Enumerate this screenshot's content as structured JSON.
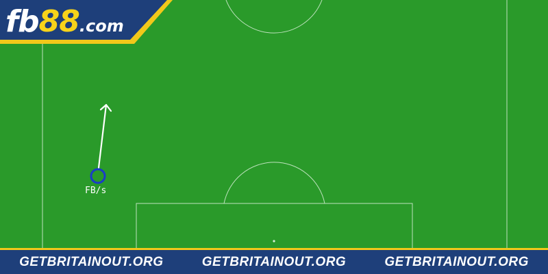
{
  "brand": {
    "name_part1": "fb",
    "name_part2": "88",
    "name_part3": ".com",
    "primary_color": "#1e3f7a",
    "accent_color": "#f2c81a"
  },
  "pitch": {
    "grass_color": "#2a9a2a",
    "line_color": "#d8f0d8"
  },
  "player": {
    "label": "FB/s",
    "marker_color": "#1a3cc8",
    "movement_icon": "arrow-up-icon"
  },
  "footer": {
    "items": [
      "GETBRITAINOUT.ORG",
      "GETBRITAINOUT.ORG",
      "GETBRITAINOUT.ORG"
    ]
  }
}
